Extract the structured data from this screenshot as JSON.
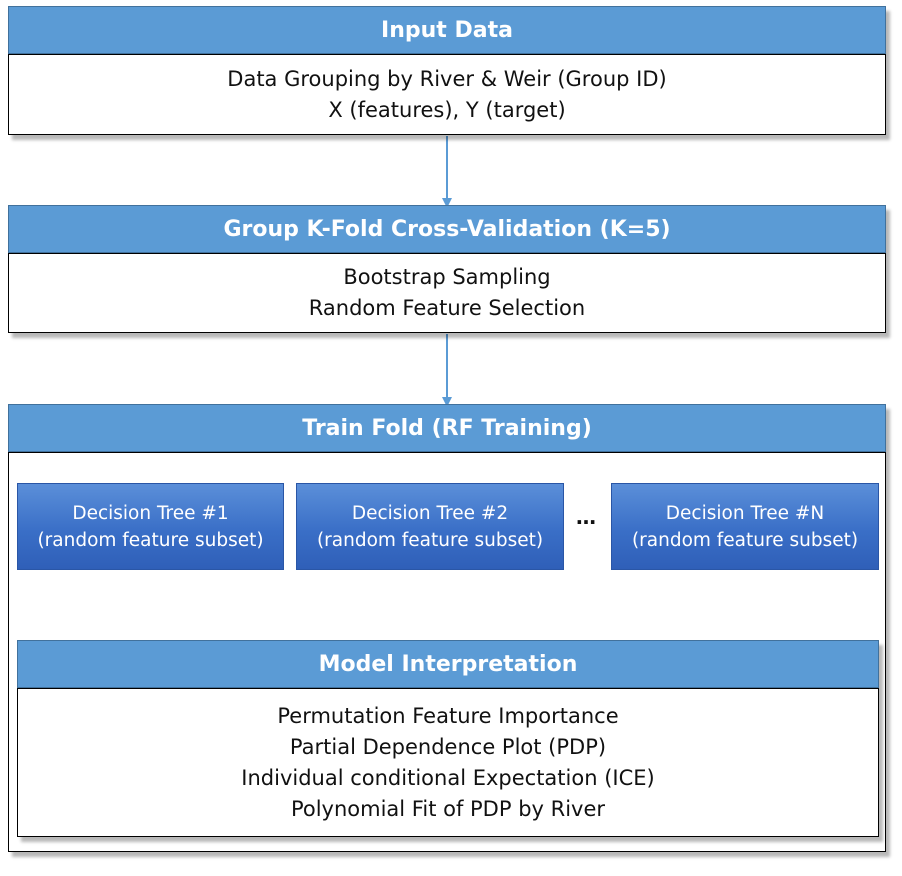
{
  "input_data": {
    "title": "Input Data",
    "lines": [
      "Data Grouping by River & Weir (Group ID)",
      "X (features), Y (target)"
    ]
  },
  "cross_validation": {
    "title": "Group K-Fold Cross-Validation (K=5)",
    "lines": [
      "Bootstrap Sampling",
      "Random Feature Selection"
    ]
  },
  "train_fold": {
    "title": "Train Fold (RF Training)",
    "trees": [
      {
        "title": "Decision Tree #1",
        "subtitle": "(random feature subset)"
      },
      {
        "title": "Decision Tree #2",
        "subtitle": "(random feature subset)"
      },
      {
        "title": "Decision Tree #N",
        "subtitle": "(random feature subset)"
      }
    ],
    "ellipsis": "…"
  },
  "model_interpretation": {
    "title": "Model Interpretation",
    "lines": [
      "Permutation Feature Importance",
      "Partial Dependence Plot (PDP)",
      "Individual conditional Expectation (ICE)",
      "Polynomial Fit of PDP by River"
    ]
  },
  "colors": {
    "header_fill": "#5b9bd5",
    "tree_fill": "#3a6fc7",
    "connector": "#5b9bd5"
  }
}
